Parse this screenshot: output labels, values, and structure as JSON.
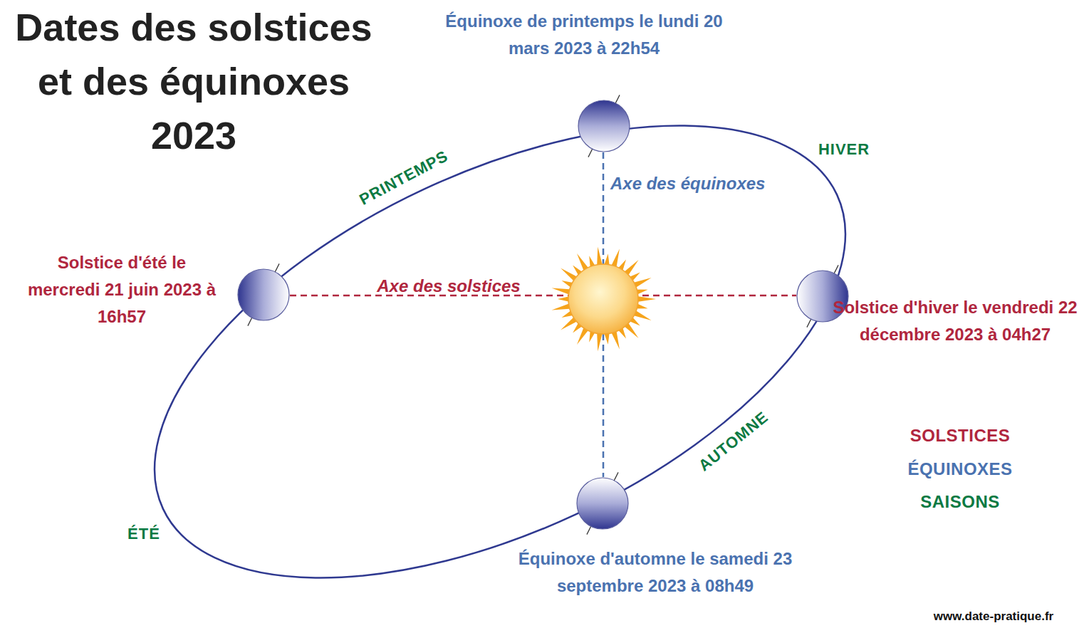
{
  "diagram": {
    "title": "Dates des solstices et des équinoxes 2023",
    "nodes": [
      {
        "text": [
          "Équinoxe de printemps le lundi 20 mars 2023 à 22h54"
        ]
      },
      {
        "text": [
          "Solstice d'été le mercredi 21 juin 2023 à 16h57"
        ]
      },
      {
        "text": [
          "Solstice d'hiver le vendredi 22 décembre 2023 à 04h27"
        ]
      },
      {
        "text": [
          "Équinoxe d'automne le samedi 23 septembre 2023 à 08h49"
        ]
      }
    ],
    "edges": [
      {
        "from": 0,
        "to": 3,
        "arrow": "none",
        "label": "Axe des équinoxes"
      },
      {
        "from": 1,
        "to": 2,
        "arrow": "none",
        "label": "Axe des solstices"
      }
    ],
    "labels": [
      "PRINTEMPS",
      "HIVER",
      "ÉTÉ",
      "AUTOMNE",
      "SOLSTICES",
      "ÉQUINOXES",
      "SAISONS",
      "www.date-pratique.fr"
    ]
  }
}
